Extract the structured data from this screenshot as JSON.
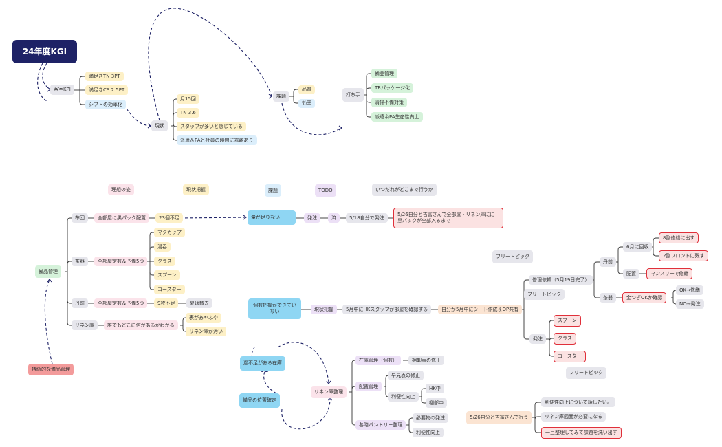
{
  "colors": {
    "gray": "#e6e6ec",
    "yellow": "#fdf0c6",
    "blue": "#dbeefb",
    "green": "#d5f2da",
    "pink": "#fbe3ea",
    "purple": "#ece0f6",
    "peach": "#fbe4d2",
    "cyan": "#8fd6f3",
    "navy": "#1e2266",
    "salmon": "#f39b9b",
    "redfill": "#fbe2e2",
    "line": "#333333",
    "dash": "#1e2266"
  },
  "nodes": {
    "kgi": "24年度KGI",
    "kpi": "客室KPI",
    "kpi_tn": "満足さTN 3PT",
    "kpi_cs": "満足さCS 2.5PT",
    "kpi_shift": "シフトの効率化",
    "genjo": "現状",
    "g1": "月15回",
    "g2": "TN 3.6",
    "g3": "スタッフが多いと感じている",
    "g4": "派遣＆PAと社員の時間に乖離あり",
    "kadai": "課題",
    "hinshitsu": "品質",
    "koritsu": "効率",
    "uchite": "打ち手",
    "u1": "備品管理",
    "u2": "TRパッケージ化",
    "u3": "清掃不備対策",
    "u4": "派遣＆PA生産性向上",
    "h_riso": "理想の姿",
    "h_genjo": "現状把握",
    "h_kadai": "課題",
    "h_todo": "TODO",
    "h_itsu": "いつだれがどこまで行うか",
    "bihin": "備品管理",
    "futon": "布団",
    "futon_riso": "全部屋に黒パック配置",
    "futon_genjo": "23個不足",
    "ryo": "量が足りない",
    "hacchu": "発注",
    "zumi": "済",
    "hacchu518": "5/18自分で発注",
    "futon_itsu": "5/26自分と吉富さんで全部屋・リネン庫にに黒パックが全部入るまで",
    "saki": "茶器",
    "saki_riso": "全部屋定数＆予備5つ",
    "s1": "マグカップ",
    "s2": "湯呑",
    "s3": "グラス",
    "s4": "スプーン",
    "s5": "コースター",
    "tanzen": "丹前",
    "tanzen_riso": "全部屋定数＆予備5つ",
    "tanzen_genjo": "9枚不足",
    "natsu": "夏は散去",
    "linen": "リネン庫",
    "linen_riso": "誰でもどこに何があるかわかる",
    "l1": "表があやふや",
    "l2": "リネン庫が汚い",
    "jizoku": "持続的な備品管理",
    "free1": "フリートピック",
    "free2": "フリートピック",
    "free3": "フリートピック",
    "kosu": "個数把握ができていない",
    "genjo_haaku": "現状把握",
    "may_hk": "5月中にHKスタッフが部屋を確認する",
    "sheet": "自分が5月中にシート作成＆OP共有",
    "shuri": "修理依頼（5月19日完了）",
    "tanzen2": "丹前",
    "roku": "6月に回収",
    "r1": "8副修繕に出す",
    "r2": "2副フロントに残す",
    "haichi": "配置",
    "monthly": "マンスリーで修繕",
    "saki2": "茶器",
    "kintsugi": "金つぎOKか確認",
    "ok": "OK→修繕",
    "no": "NO→発注",
    "hacchu2": "発注",
    "spoon": "スプーン",
    "glass": "グラス",
    "coaster": "コースター",
    "fusoku": "過不足がある在庫",
    "ichi": "備品の位置確定",
    "linen_seiri": "リネン庫整理",
    "zaiko": "在庫管理（個数）",
    "tanaoroshi": "棚卸表の修正",
    "haichi_kanri": "配置管理",
    "hayami": "早見表の修正",
    "riben": "利便性向上",
    "hk": "HK中",
    "tanabu": "棚部中",
    "pantry": "各階パントリー整理",
    "hitsuyo": "必要物の発注",
    "riben2": "利便性向上",
    "yoshi526": "5/26自分と吉富さんで行う",
    "y1": "利便性向上について話したい。",
    "y2": "リネン庫図面が必要になる",
    "y3": "一旦整理してみて課題を洗い出す"
  }
}
